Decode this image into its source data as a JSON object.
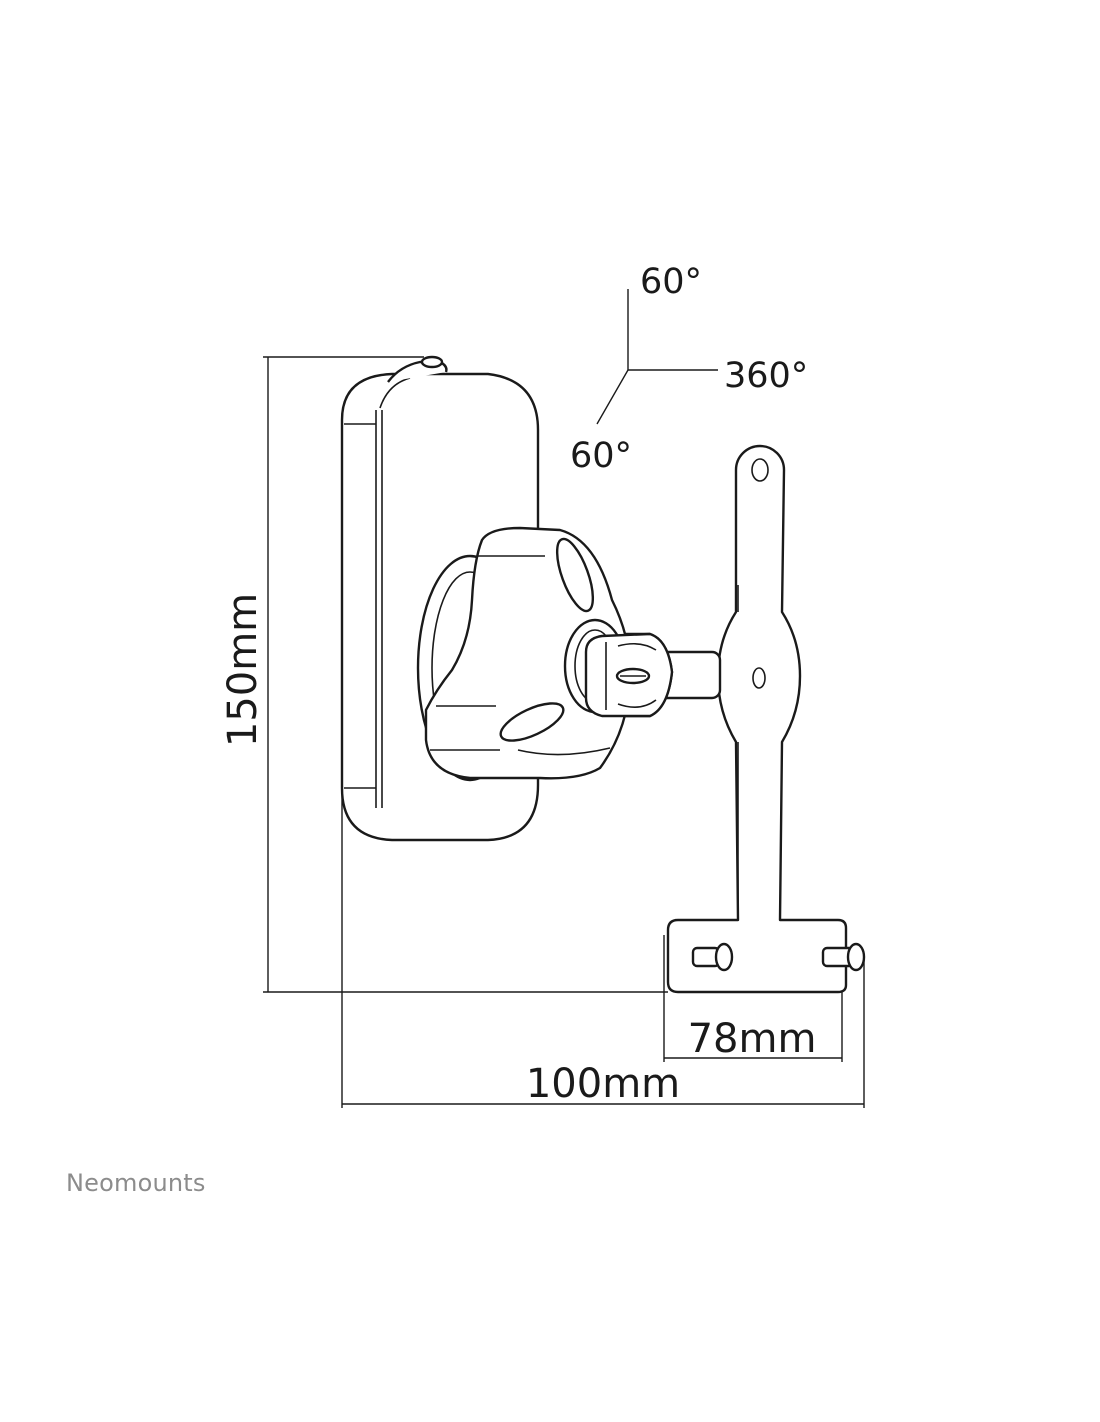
{
  "diagram": {
    "rotation_labels": {
      "tilt_up": "60°",
      "swivel": "360°",
      "tilt_down": "60°"
    },
    "dimensions": {
      "height": "150mm",
      "depth_inner": "78mm",
      "depth_total": "100mm"
    }
  },
  "brand": {
    "name": "Neomounts"
  },
  "colors": {
    "line": "#1a1a1a",
    "brand_text": "#8c8c8c",
    "background": "#ffffff"
  }
}
